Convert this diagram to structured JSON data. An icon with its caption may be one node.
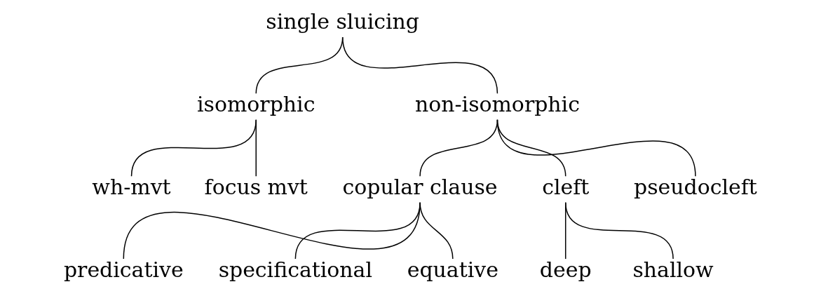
{
  "diagram": {
    "nodes": [
      {
        "text": [
          "single sluicing"
        ]
      },
      {
        "text": [
          "isomorphic"
        ]
      },
      {
        "text": [
          "non-isomorphic"
        ]
      },
      {
        "text": [
          "wh-mvt"
        ]
      },
      {
        "text": [
          "focus mvt"
        ]
      },
      {
        "text": [
          "copular clause"
        ]
      },
      {
        "text": [
          "cleft"
        ]
      },
      {
        "text": [
          "pseudocleft"
        ]
      },
      {
        "text": [
          "predicative"
        ]
      },
      {
        "text": [
          "specificational"
        ]
      },
      {
        "text": [
          "equative"
        ]
      },
      {
        "text": [
          "deep"
        ]
      },
      {
        "text": [
          "shallow"
        ]
      }
    ],
    "edges": [
      {
        "from": 0,
        "to": 1,
        "arrow": "none"
      },
      {
        "from": 0,
        "to": 2,
        "arrow": "none"
      },
      {
        "from": 1,
        "to": 3,
        "arrow": "none"
      },
      {
        "from": 1,
        "to": 4,
        "arrow": "none"
      },
      {
        "from": 2,
        "to": 5,
        "arrow": "none"
      },
      {
        "from": 2,
        "to": 6,
        "arrow": "none"
      },
      {
        "from": 2,
        "to": 7,
        "arrow": "none"
      },
      {
        "from": 5,
        "to": 8,
        "arrow": "none"
      },
      {
        "from": 5,
        "to": 9,
        "arrow": "none"
      },
      {
        "from": 5,
        "to": 10,
        "arrow": "none"
      },
      {
        "from": 6,
        "to": 11,
        "arrow": "none"
      },
      {
        "from": 6,
        "to": 12,
        "arrow": "none"
      }
    ]
  }
}
